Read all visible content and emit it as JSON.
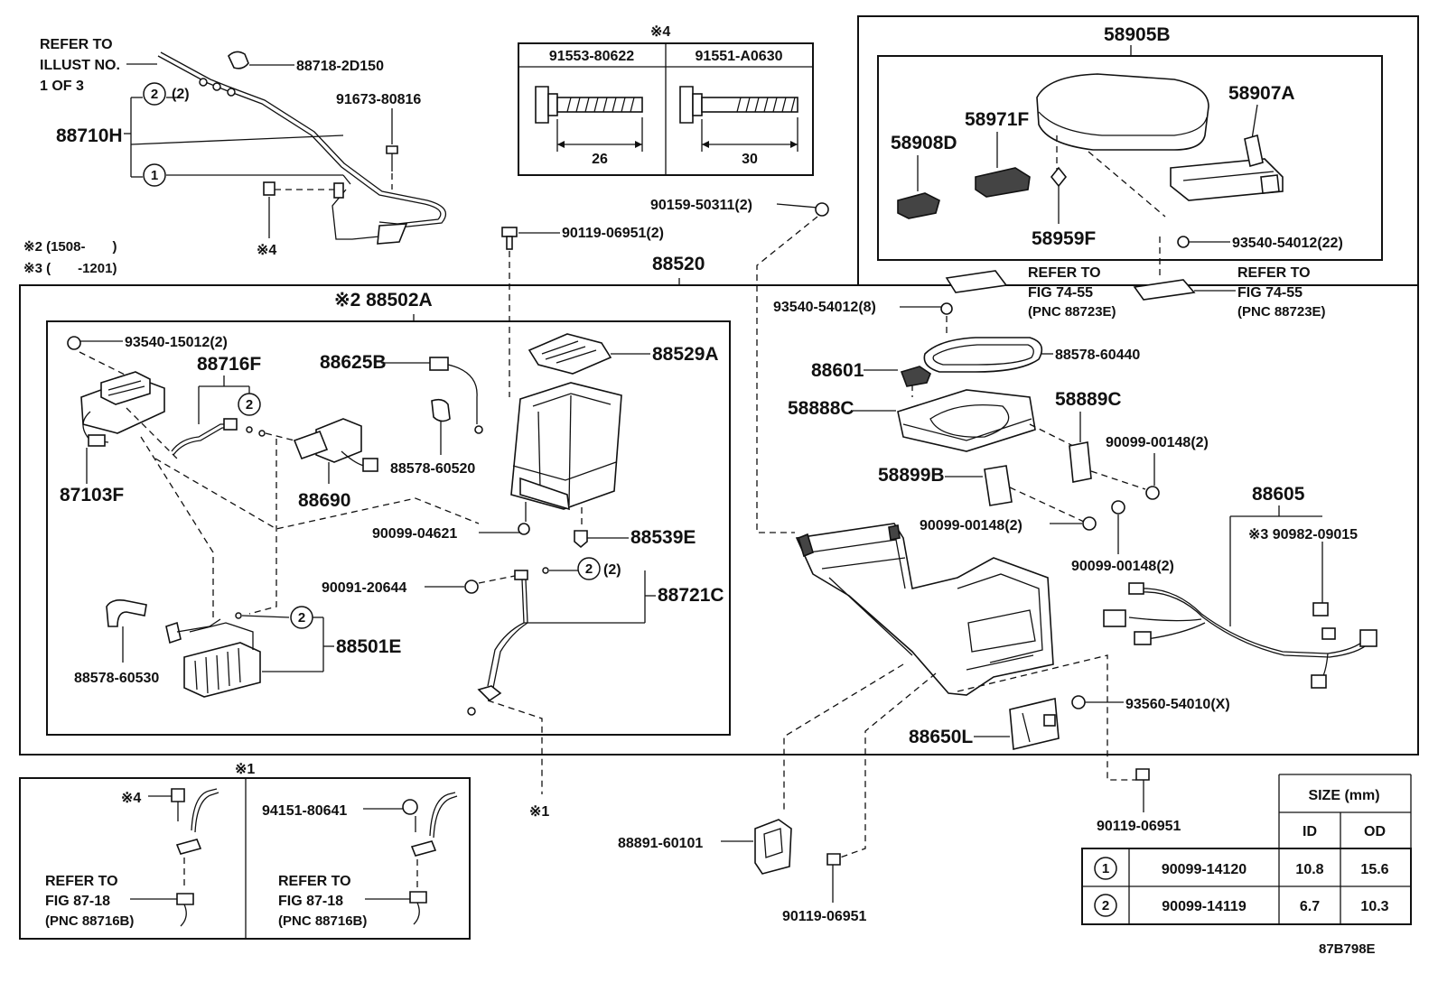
{
  "diagram_code": "87B798E",
  "notes": {
    "n2": "※2 (1508-　　)",
    "n3": "※3 (　　-1201)"
  },
  "part_labels": {
    "l88718_2D150": "88718-2D150",
    "l91673_80816": "91673-80816",
    "l88710H": "88710H",
    "l_ref_illust": [
      "REFER TO",
      "ILLUST NO.",
      "1 OF 3"
    ],
    "l_mark4_a": "※4",
    "l_circ2_a": "(2)",
    "l58905B": "58905B",
    "l58907A": "58907A",
    "l58908D": "58908D",
    "l58971F": "58971F",
    "l58959F": "58959F",
    "l93540_54012_22": "93540-54012(22)",
    "l90159_50311": "90159-50311(2)",
    "l90119_06951_2": "90119-06951(2)",
    "l88520": "88520",
    "l88502A": "※2 88502A",
    "l93540_15012": "93540-15012(2)",
    "l88716F": "88716F",
    "l88625B": "88625B",
    "l88529A": "88529A",
    "l87103F": "87103F",
    "l88690": "88690",
    "l88578_60520": "88578-60520",
    "l90099_04621": "90099-04621",
    "l88539E": "88539E",
    "l90091_20644": "90091-20644",
    "l88721C": "88721C",
    "l88501E": "88501E",
    "l88578_60530": "88578-60530",
    "l_circ2_b": "(2)",
    "l_ref74_a": [
      "REFER TO",
      "FIG 74-55",
      "(PNC 88723E)"
    ],
    "l_ref74_b": [
      "REFER TO",
      "FIG 74-55",
      "(PNC 88723E)"
    ],
    "l93540_54012_8": "93540-54012(8)",
    "l88578_60440": "88578-60440",
    "l88601": "88601",
    "l58888C": "58888C",
    "l58889C": "58889C",
    "l90099_00148_a": "90099-00148(2)",
    "l58899B": "58899B",
    "l90099_00148_b": "90099-00148(2)",
    "l90099_00148_c": "90099-00148(2)",
    "l88605": "88605",
    "l90982_09015": "※3 90982-09015",
    "l93560_54010": "93560-54010(X)",
    "l88650L": "88650L",
    "l_mark1_mid": "※1",
    "l88891_60101": "88891-60101",
    "l90119_06951_a": "90119-06951",
    "l90119_06951_b": "90119-06951",
    "l_mark1_box": "※1",
    "l_mark4_box": "※4",
    "l94151_80641": "94151-80641",
    "l_ref87_a": [
      "REFER TO",
      "FIG 87-18",
      "(PNC 88716B)"
    ],
    "l_ref87_b": [
      "REFER TO",
      "FIG 87-18",
      "(PNC 88716B)"
    ],
    "l_mark4_top": "※4"
  },
  "bolt_table": {
    "headers": [
      "91553-80622",
      "91551-A0630"
    ],
    "lengths": [
      "26",
      "30"
    ]
  },
  "size_table": {
    "title": "SIZE (mm)",
    "col_id": "ID",
    "col_od": "OD",
    "rows": [
      {
        "mark": "1",
        "part": "90099-14120",
        "id": "10.8",
        "od": "15.6"
      },
      {
        "mark": "2",
        "part": "90099-14119",
        "id": "6.7",
        "od": "10.3"
      }
    ]
  },
  "circle_marks": {
    "c1": "1",
    "c2": "2",
    "c3": "2",
    "c4": "2",
    "c5": "2"
  }
}
